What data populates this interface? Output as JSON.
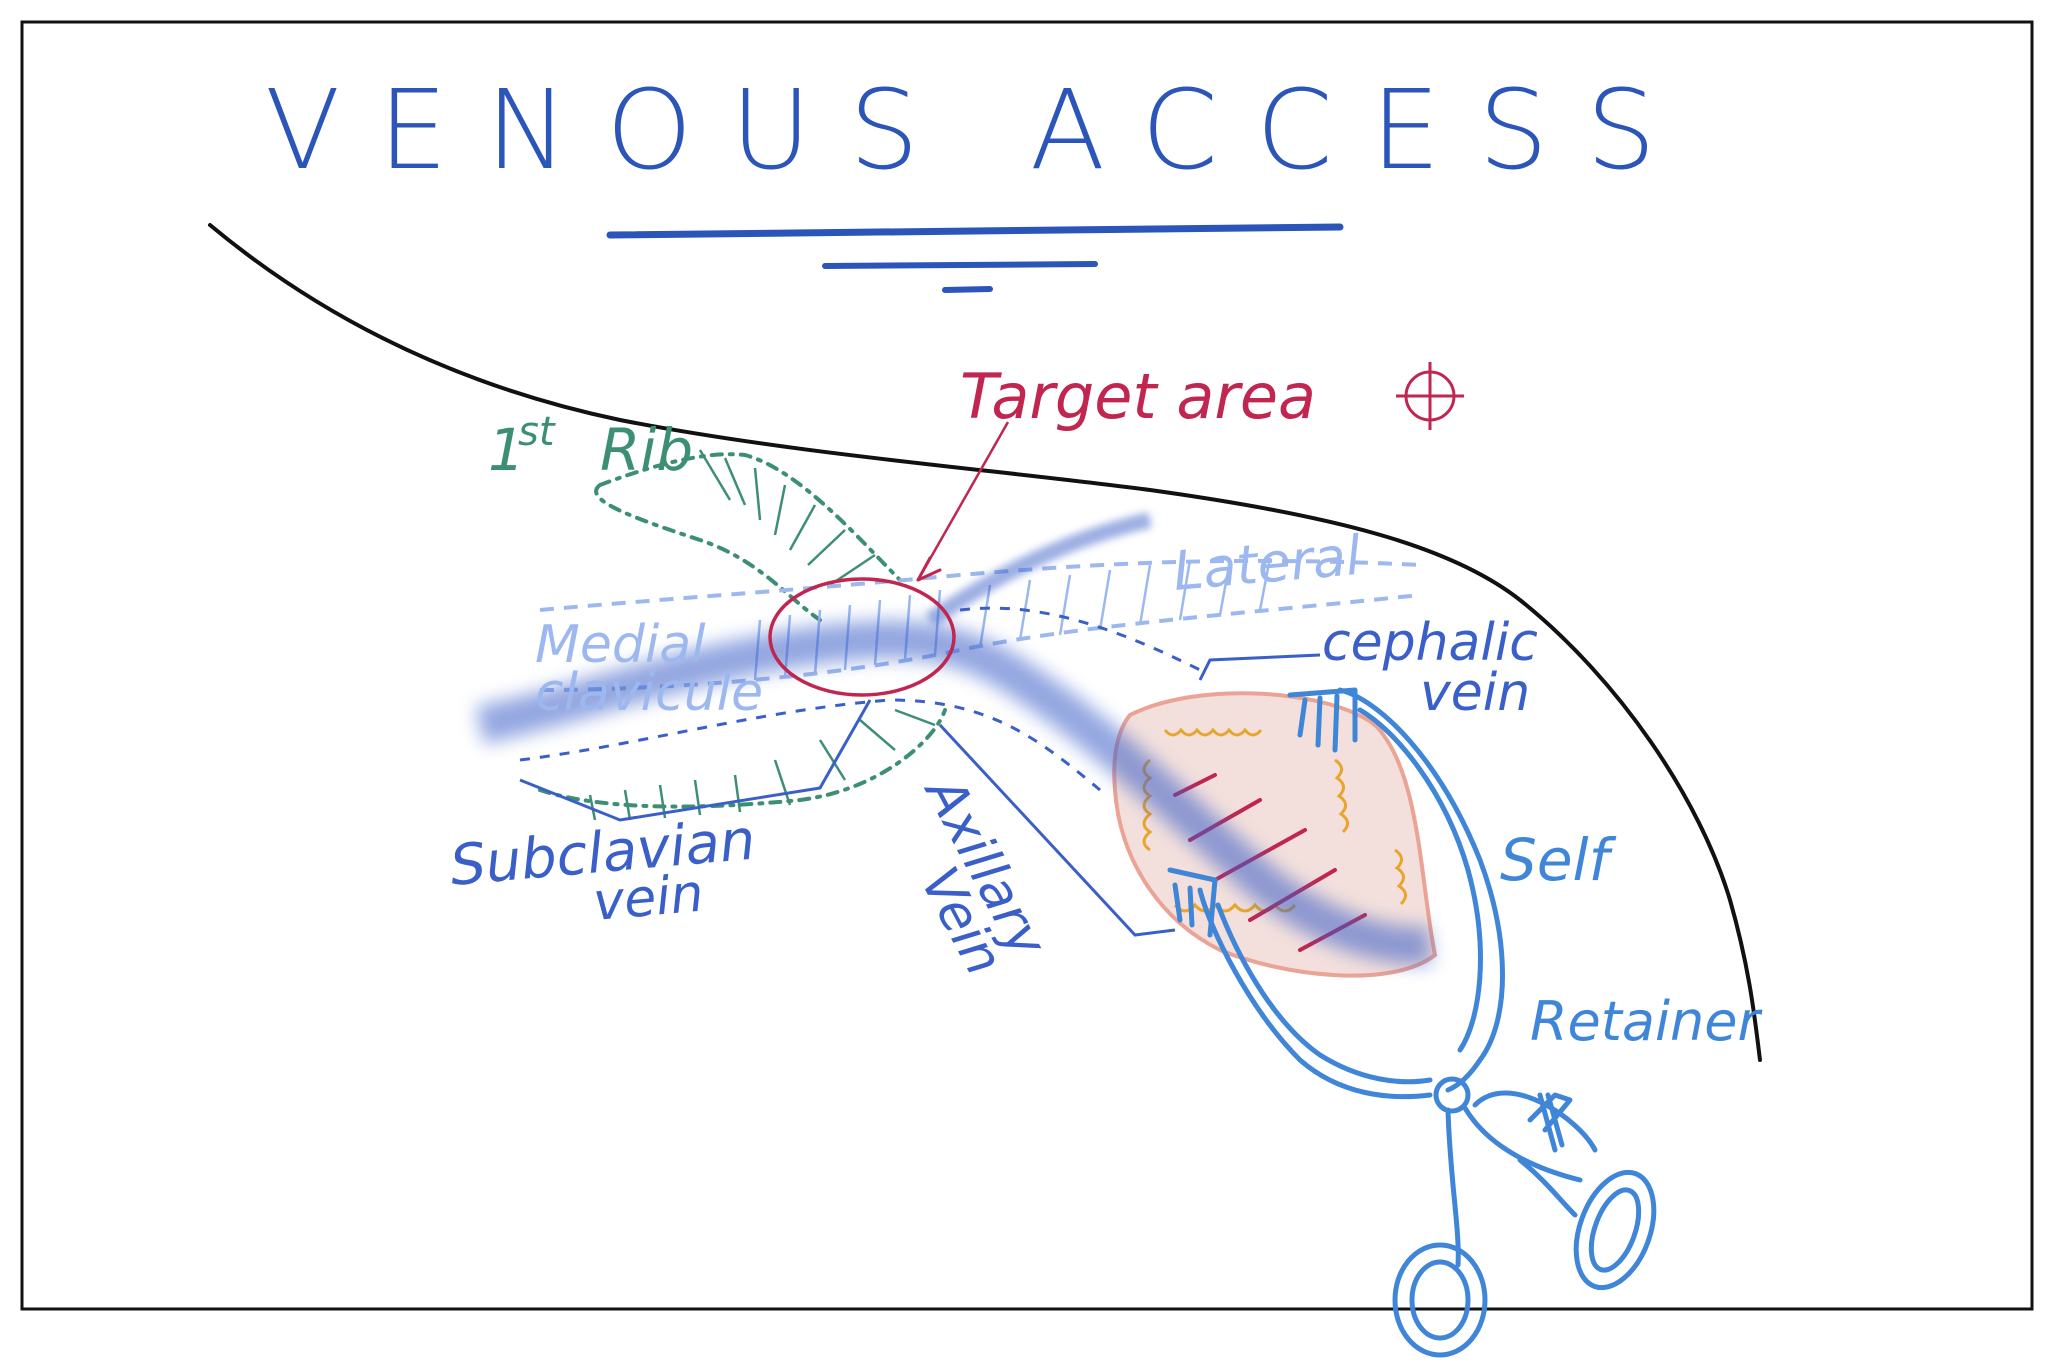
{
  "title": "VENOUS ACCESS",
  "labels": {
    "first_rib_number": "1",
    "first_rib_superscript": "st",
    "rib": "Rib",
    "target_area": "Target area",
    "medial": "Medial",
    "clavicule": "clavicule",
    "lateral": "Lateral",
    "cephalic": "cephalic",
    "cephalic_vein": "vein",
    "subclavian": "Subclavian",
    "subclavian_vein": "vein",
    "axillary": "Axillary",
    "axillary_vein": "Vein",
    "self": "Self",
    "retainer": "Retainer"
  },
  "colors": {
    "title": "#2b55b8",
    "outline": "#111111",
    "target": "#c0264f",
    "rib": "#3d8f73",
    "clavicle": "#9db8ef",
    "vein": "#3a5fc8",
    "retainer": "#3f86d8",
    "wound_edge": "#e89a8a",
    "wound_fill": "#f2ddd9",
    "fat": "#e8a52c",
    "frame": "#111111"
  }
}
